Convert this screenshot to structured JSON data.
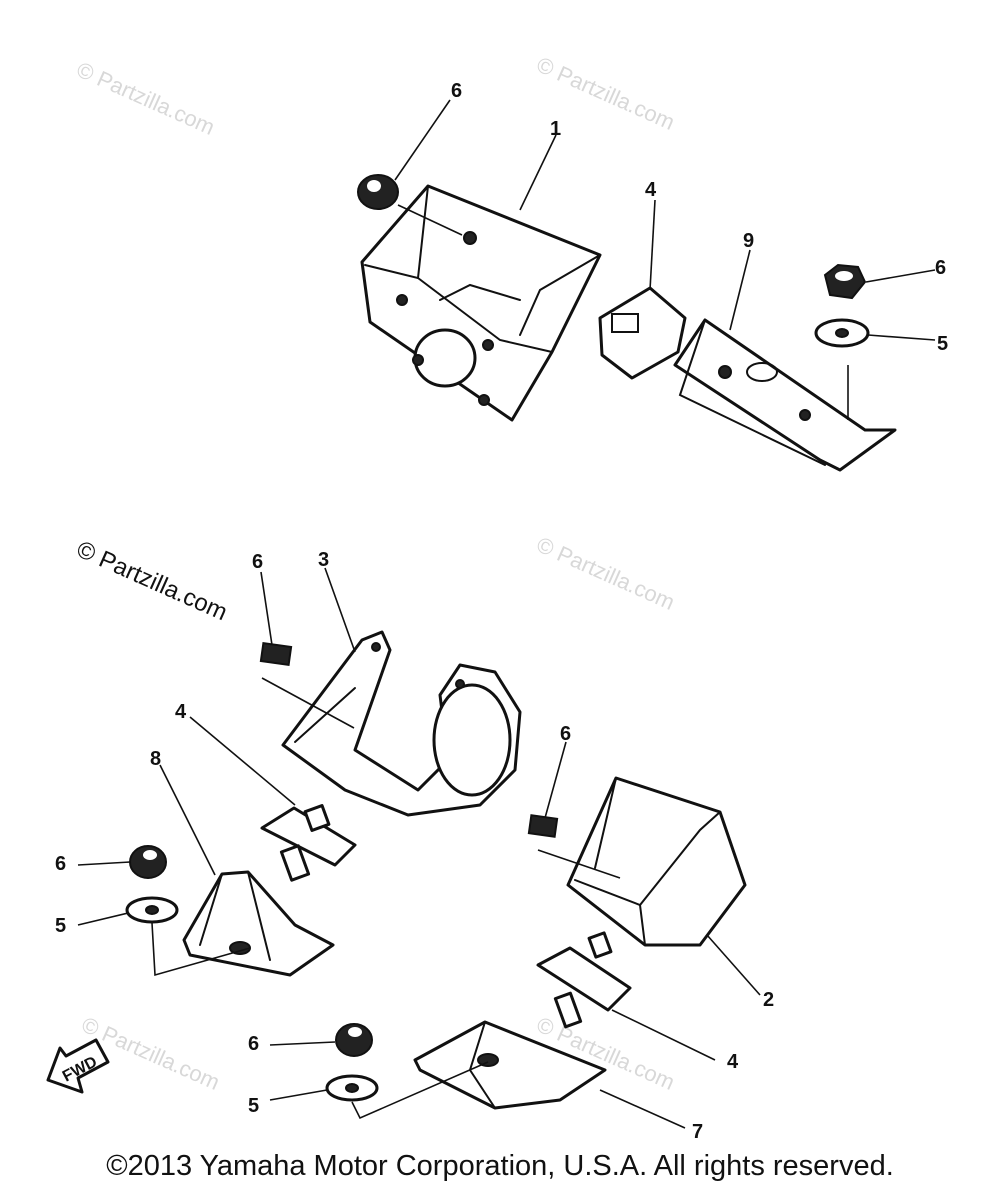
{
  "diagram": {
    "callouts": [
      {
        "id": "c6a",
        "text": "6"
      },
      {
        "id": "c1",
        "text": "1"
      },
      {
        "id": "c4a",
        "text": "4"
      },
      {
        "id": "c9",
        "text": "9"
      },
      {
        "id": "c6b",
        "text": "6"
      },
      {
        "id": "c5a",
        "text": "5"
      },
      {
        "id": "c6c",
        "text": "6"
      },
      {
        "id": "c3",
        "text": "3"
      },
      {
        "id": "c4b",
        "text": "4"
      },
      {
        "id": "c8",
        "text": "8"
      },
      {
        "id": "c6d",
        "text": "6"
      },
      {
        "id": "c5b",
        "text": "5"
      },
      {
        "id": "c6e",
        "text": "6"
      },
      {
        "id": "c2",
        "text": "2"
      },
      {
        "id": "c4c",
        "text": "4"
      },
      {
        "id": "c6f",
        "text": "6"
      },
      {
        "id": "c5c",
        "text": "5"
      },
      {
        "id": "c7",
        "text": "7"
      }
    ],
    "fwd_label": "FWD",
    "watermark": "© Partzilla.com"
  },
  "footer": {
    "copyright": "©2013  Yamaha Motor Corporation, U.S.A. All rights reserved."
  }
}
